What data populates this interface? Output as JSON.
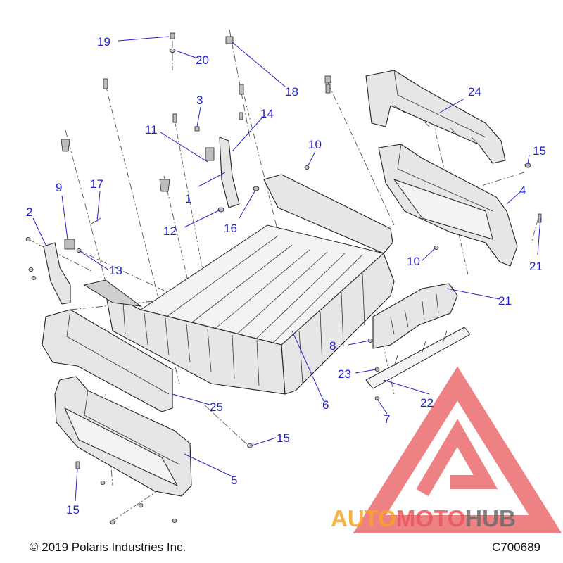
{
  "diagram": {
    "callouts": [
      {
        "id": "c19",
        "label": "19"
      },
      {
        "id": "c20",
        "label": "20"
      },
      {
        "id": "c18",
        "label": "18"
      },
      {
        "id": "c3",
        "label": "3"
      },
      {
        "id": "c14",
        "label": "14"
      },
      {
        "id": "c11",
        "label": "11"
      },
      {
        "id": "c1",
        "label": "1"
      },
      {
        "id": "c24",
        "label": "24"
      },
      {
        "id": "c15a",
        "label": "15"
      },
      {
        "id": "c10a",
        "label": "10"
      },
      {
        "id": "c9",
        "label": "9"
      },
      {
        "id": "c17",
        "label": "17"
      },
      {
        "id": "c2",
        "label": "2"
      },
      {
        "id": "c12",
        "label": "12"
      },
      {
        "id": "c16",
        "label": "16"
      },
      {
        "id": "c4",
        "label": "4"
      },
      {
        "id": "c13",
        "label": "13"
      },
      {
        "id": "c10b",
        "label": "10"
      },
      {
        "id": "c21a",
        "label": "21"
      },
      {
        "id": "c8",
        "label": "8"
      },
      {
        "id": "c21b",
        "label": "21"
      },
      {
        "id": "c23",
        "label": "23"
      },
      {
        "id": "c22",
        "label": "22"
      },
      {
        "id": "c6",
        "label": "6"
      },
      {
        "id": "c7",
        "label": "7"
      },
      {
        "id": "c25",
        "label": "25"
      },
      {
        "id": "c15b",
        "label": "15"
      },
      {
        "id": "c5",
        "label": "5"
      },
      {
        "id": "c15c",
        "label": "15"
      }
    ]
  },
  "footer": {
    "copyright": "© 2019 Polaris Industries Inc.",
    "ref_code": "C700689"
  },
  "watermark": {
    "part1": "AUTO",
    "part2": "MOTO",
    "part3": "HUB",
    "colors": {
      "red": "#e8575a",
      "orange": "#f5a623",
      "gray": "#6b6b6b"
    }
  }
}
